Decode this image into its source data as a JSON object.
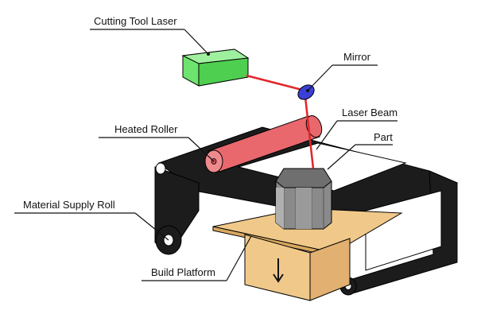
{
  "labels": {
    "cutting_tool_laser": "Cutting Tool Laser",
    "mirror": "Mirror",
    "laser_beam": "Laser Beam",
    "heated_roller": "Heated Roller",
    "part": "Part",
    "material_supply_roll": "Material Supply Roll",
    "build_platform": "Build Platform"
  },
  "colors": {
    "laser_box": "#6ee36e",
    "mirror": "#3a3fd8",
    "beam": "#e0262a",
    "roller": "#e8686e",
    "belt": "#1c1c1c",
    "part": "#8a8a8a",
    "platform": "#f0c98a",
    "outline": "#111111"
  },
  "icons": {
    "down_arrow": "down-arrow-icon"
  }
}
